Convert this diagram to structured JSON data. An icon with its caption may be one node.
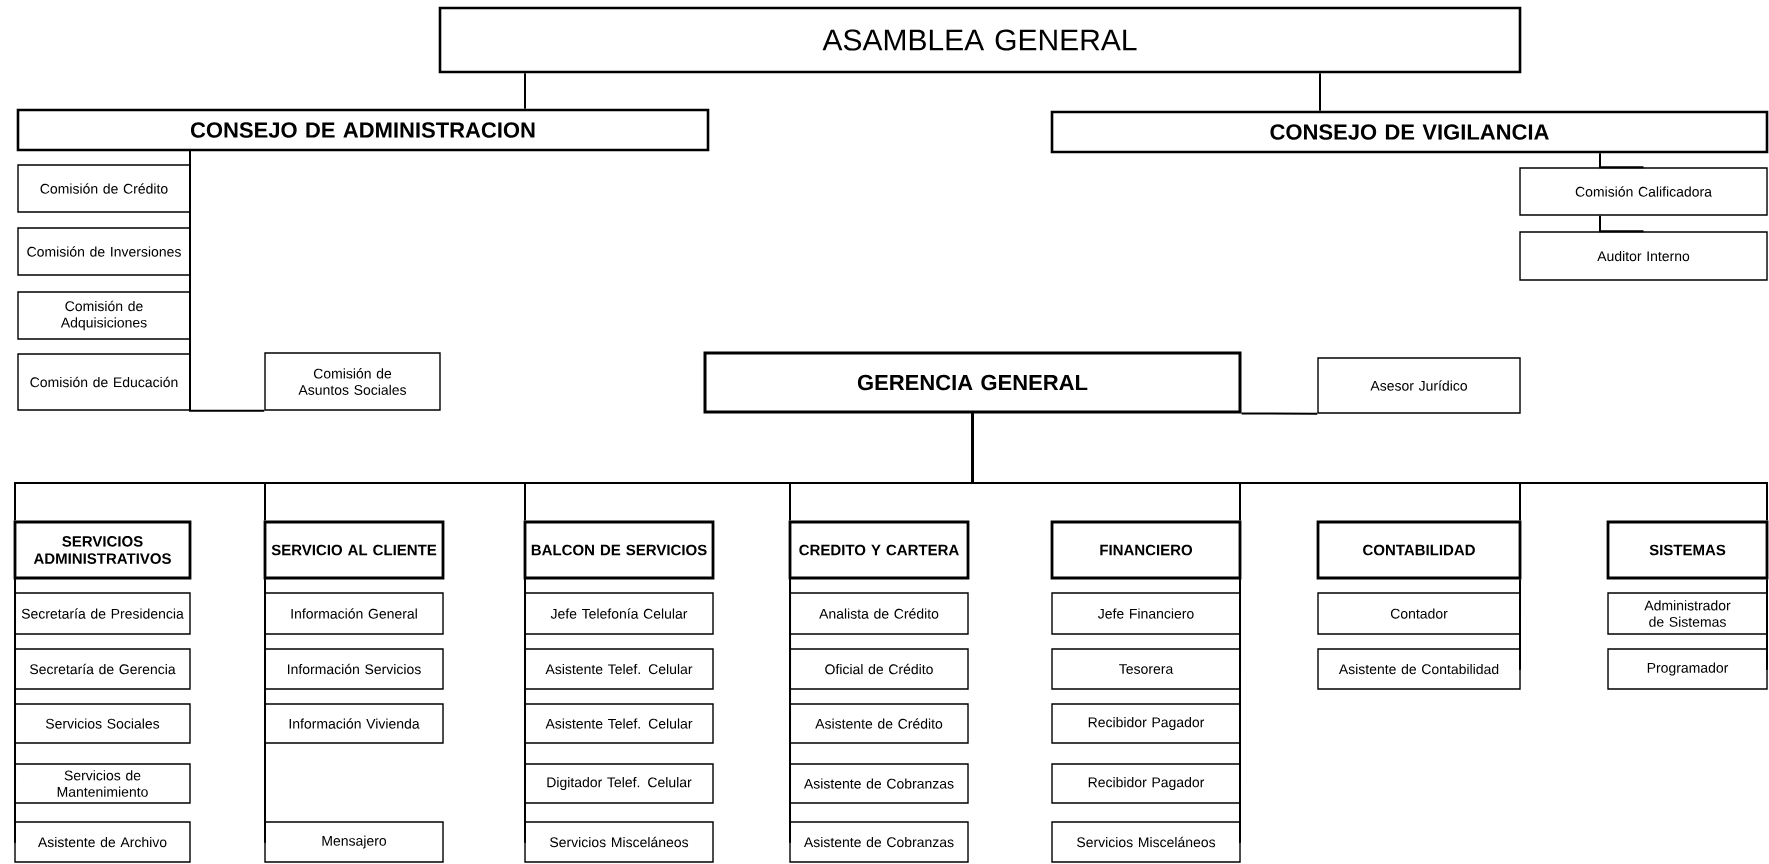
{
  "diagram": {
    "nodes": [
      {
        "text": [
          "ASAMBLEA GENERAL"
        ]
      },
      {
        "text": [
          "CONSEJO DE ADMINISTRACION"
        ]
      },
      {
        "text": [
          "CONSEJO DE VIGILANCIA"
        ]
      },
      {
        "text": [
          "Comisión de Crédito"
        ]
      },
      {
        "text": [
          "Comisión de Inversiones"
        ]
      },
      {
        "text": [
          "Comisión de Adquisiciones"
        ]
      },
      {
        "text": [
          "Comisión de Educación"
        ]
      },
      {
        "text": [
          "Comisión de Asuntos Sociales"
        ]
      },
      {
        "text": [
          "Comisión Calificadora"
        ]
      },
      {
        "text": [
          "Auditor Interno"
        ]
      },
      {
        "text": [
          "GERENCIA GENERAL"
        ]
      },
      {
        "text": [
          "Asesor Jurídico"
        ]
      },
      {
        "text": [
          "SERVICIOS ADMINISTRATIVOS"
        ]
      },
      {
        "text": [
          "Secretaría de Presidencia"
        ]
      },
      {
        "text": [
          "Secretaría de Gerencia"
        ]
      },
      {
        "text": [
          "Servicios Sociales"
        ]
      },
      {
        "text": [
          "Servicios de Mantenimiento"
        ]
      },
      {
        "text": [
          "Asistente de Archivo"
        ]
      },
      {
        "text": [
          "SERVICIO AL CLIENTE"
        ]
      },
      {
        "text": [
          "Información General"
        ]
      },
      {
        "text": [
          "Información Servicios"
        ]
      },
      {
        "text": [
          "Información Vivienda"
        ]
      },
      {
        "text": [
          "Mensajero"
        ]
      },
      {
        "text": [
          "BALCON DE SERVICIOS"
        ]
      },
      {
        "text": [
          "Jefe Telefonía Celular"
        ]
      },
      {
        "text": [
          "Asistente Telef. Celular"
        ]
      },
      {
        "text": [
          "Asistente Telef. Celular"
        ]
      },
      {
        "text": [
          "Digitador Telef. Celular"
        ]
      },
      {
        "text": [
          "Servicios Misceláneos"
        ]
      },
      {
        "text": [
          "CREDITO Y CARTERA"
        ]
      },
      {
        "text": [
          "Analista de Crédito"
        ]
      },
      {
        "text": [
          "Oficial de Crédito"
        ]
      },
      {
        "text": [
          "Asistente de Crédito"
        ]
      },
      {
        "text": [
          "Asistente de Cobranzas"
        ]
      },
      {
        "text": [
          "Asistente de Cobranzas"
        ]
      },
      {
        "text": [
          "FINANCIERO"
        ]
      },
      {
        "text": [
          "Jefe Financiero"
        ]
      },
      {
        "text": [
          "Tesorera"
        ]
      },
      {
        "text": [
          "Recibidor Pagador"
        ]
      },
      {
        "text": [
          "Recibidor Pagador"
        ]
      },
      {
        "text": [
          "Servicios Misceláneos"
        ]
      },
      {
        "text": [
          "CONTABILIDAD"
        ]
      },
      {
        "text": [
          "Contador"
        ]
      },
      {
        "text": [
          "Asistente de Contabilidad"
        ]
      },
      {
        "text": [
          "SISTEMAS"
        ]
      },
      {
        "text": [
          "Administrador de Sistemas"
        ]
      },
      {
        "text": [
          "Programador"
        ]
      }
    ],
    "edges": [
      {
        "from": 0,
        "to": 1,
        "arrow": "none"
      },
      {
        "from": 0,
        "to": 2,
        "arrow": "none"
      },
      {
        "from": 1,
        "to": 3,
        "arrow": "none"
      },
      {
        "from": 1,
        "to": 4,
        "arrow": "none"
      },
      {
        "from": 1,
        "to": 5,
        "arrow": "none"
      },
      {
        "from": 1,
        "to": 6,
        "arrow": "none"
      },
      {
        "from": 1,
        "to": 7,
        "arrow": "none"
      },
      {
        "from": 2,
        "to": 8,
        "arrow": "none"
      },
      {
        "from": 8,
        "to": 9,
        "arrow": "none"
      },
      {
        "from": 10,
        "to": 11,
        "arrow": "none"
      },
      {
        "from": 10,
        "to": 12,
        "arrow": "none"
      },
      {
        "from": 10,
        "to": 18,
        "arrow": "none"
      },
      {
        "from": 10,
        "to": 23,
        "arrow": "none"
      },
      {
        "from": 10,
        "to": 29,
        "arrow": "none"
      },
      {
        "from": 10,
        "to": 35,
        "arrow": "none"
      },
      {
        "from": 10,
        "to": 41,
        "arrow": "none"
      },
      {
        "from": 10,
        "to": 44,
        "arrow": "none"
      },
      {
        "from": 12,
        "to": 13,
        "arrow": "none"
      },
      {
        "from": 12,
        "to": 14,
        "arrow": "none"
      },
      {
        "from": 12,
        "to": 15,
        "arrow": "none"
      },
      {
        "from": 12,
        "to": 16,
        "arrow": "none"
      },
      {
        "from": 12,
        "to": 17,
        "arrow": "none"
      },
      {
        "from": 18,
        "to": 19,
        "arrow": "none"
      },
      {
        "from": 18,
        "to": 20,
        "arrow": "none"
      },
      {
        "from": 18,
        "to": 21,
        "arrow": "none"
      },
      {
        "from": 18,
        "to": 22,
        "arrow": "none"
      },
      {
        "from": 23,
        "to": 24,
        "arrow": "none"
      },
      {
        "from": 23,
        "to": 25,
        "arrow": "none"
      },
      {
        "from": 23,
        "to": 26,
        "arrow": "none"
      },
      {
        "from": 23,
        "to": 27,
        "arrow": "none"
      },
      {
        "from": 23,
        "to": 28,
        "arrow": "none"
      },
      {
        "from": 29,
        "to": 30,
        "arrow": "none"
      },
      {
        "from": 29,
        "to": 31,
        "arrow": "none"
      },
      {
        "from": 29,
        "to": 32,
        "arrow": "none"
      },
      {
        "from": 29,
        "to": 33,
        "arrow": "none"
      },
      {
        "from": 29,
        "to": 34,
        "arrow": "none"
      },
      {
        "from": 35,
        "to": 36,
        "arrow": "none"
      },
      {
        "from": 35,
        "to": 37,
        "arrow": "none"
      },
      {
        "from": 35,
        "to": 38,
        "arrow": "none"
      },
      {
        "from": 35,
        "to": 39,
        "arrow": "none"
      },
      {
        "from": 35,
        "to": 40,
        "arrow": "none"
      },
      {
        "from": 41,
        "to": 42,
        "arrow": "none"
      },
      {
        "from": 41,
        "to": 43,
        "arrow": "none"
      },
      {
        "from": 44,
        "to": 45,
        "arrow": "none"
      },
      {
        "from": 44,
        "to": 46,
        "arrow": "none"
      }
    ]
  }
}
